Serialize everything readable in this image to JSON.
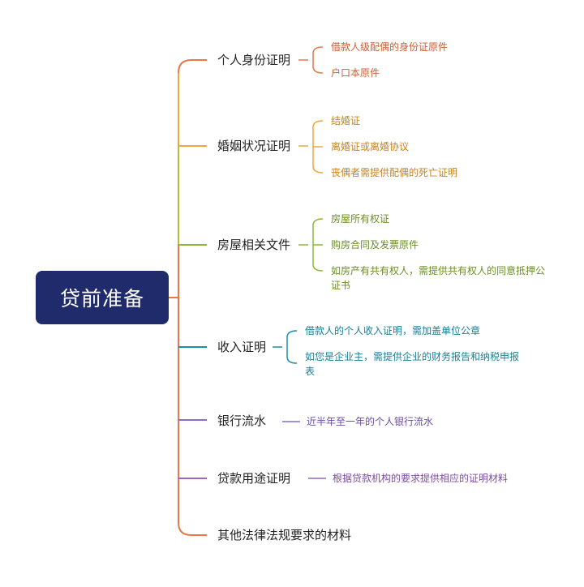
{
  "root": {
    "label": "贷前准备"
  },
  "colors": {
    "root_bg": "#1f2b6b",
    "identity": "#e8774a",
    "marriage": "#f0a63c",
    "property": "#8fb83a",
    "income": "#1a8fa5",
    "bank": "#8a6cc0",
    "purpose": "#9a6ab8",
    "other": "#e8774a"
  },
  "branches": [
    {
      "label": "个人身份证明",
      "items": [
        "借款人级配偶的身份证原件",
        "户口本原件"
      ]
    },
    {
      "label": "婚姻状况证明",
      "items": [
        "结婚证",
        "离婚证或离婚协议",
        "丧偶者需提供配偶的死亡证明"
      ]
    },
    {
      "label": "房屋相关文件",
      "items": [
        "房屋所有权证",
        "购房合同及发票原件",
        "如房产有共有权人，需提供共有权人的同意抵押公证书"
      ]
    },
    {
      "label": "收入证明",
      "items": [
        "借款人的个人收入证明，需加盖单位公章",
        "如您是企业主，需提供企业的财务报告和纳税申报表"
      ]
    },
    {
      "label": "银行流水",
      "items": [
        "近半年至一年的个人银行流水"
      ]
    },
    {
      "label": "贷款用途证明",
      "items": [
        "根据贷款机构的要求提供相应的证明材料"
      ]
    },
    {
      "label": "其他法律法规要求的材料",
      "items": []
    }
  ]
}
